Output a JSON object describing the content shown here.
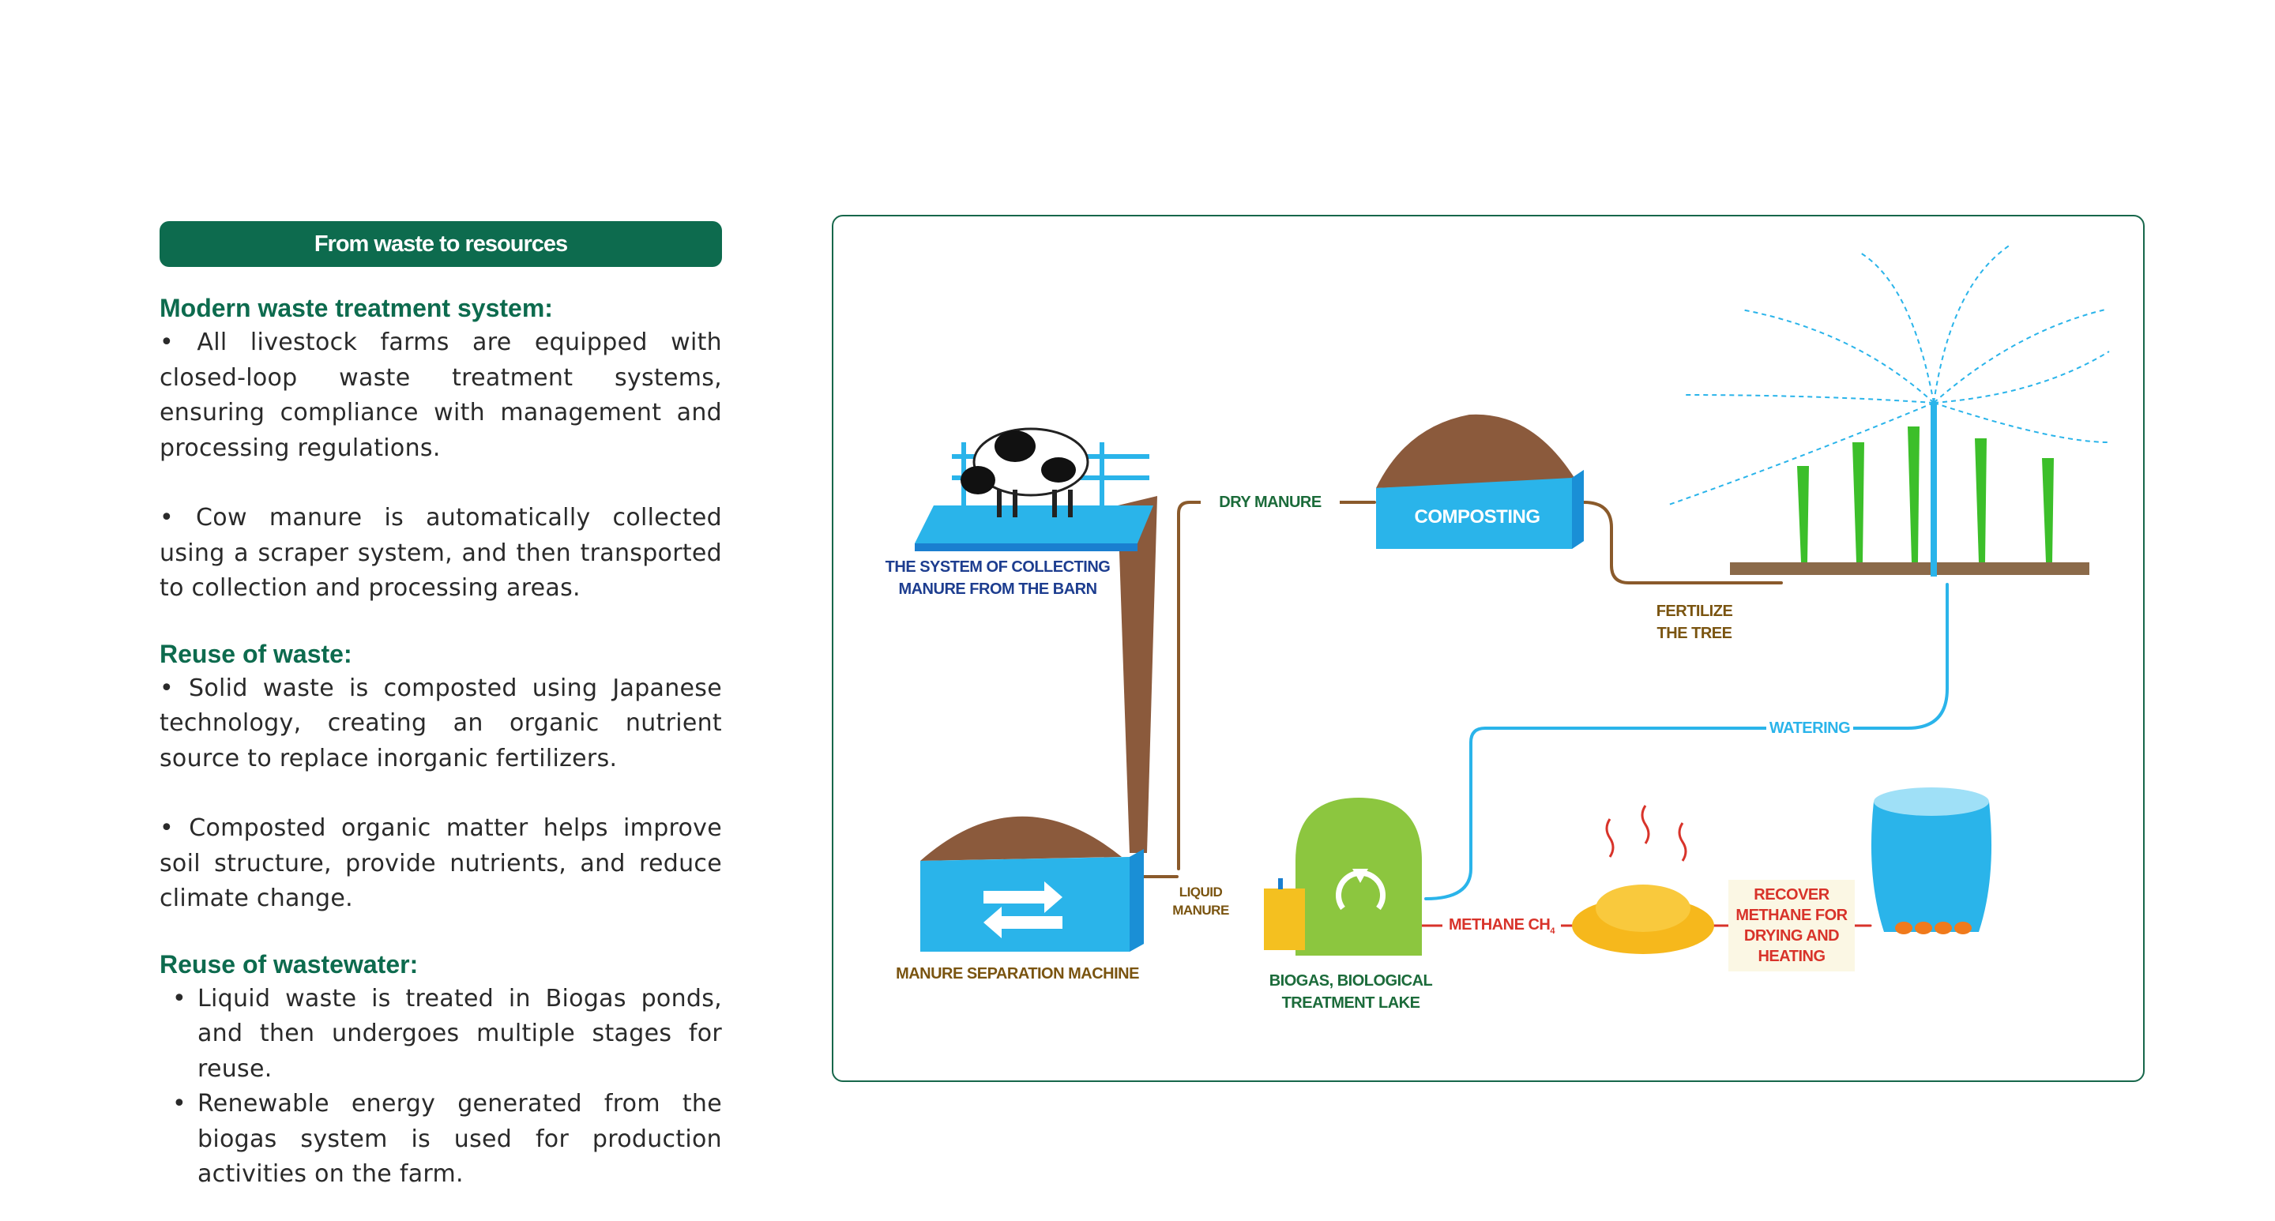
{
  "banner": "From waste to resources",
  "sections": {
    "modern": {
      "title": "Modern waste treatment system:",
      "p1": "• All livestock farms are equipped with closed-loop waste treatment systems, ensuring compliance with management and processing regulations.",
      "p2": "• Cow manure is automatically collected using a scraper system, and then transported to collection and processing areas."
    },
    "reuse_waste": {
      "title": "Reuse of waste:",
      "p1": "• Solid waste is composted using Japanese technology, creating an organic nutrient source to replace inorganic fertilizers.",
      "p2": "• Composted organic matter helps improve soil structure, provide nutrients, and reduce climate change."
    },
    "reuse_water": {
      "title": "Reuse of wastewater:",
      "items": [
        "Liquid waste is treated in Biogas ponds, and then undergoes multiple stages for reuse.",
        "Renewable energy generated from the biogas system is used for production activities on the farm."
      ]
    }
  },
  "diagram": {
    "barn_line1": "THE SYSTEM OF COLLECTING",
    "barn_line2": "MANURE FROM THE BARN",
    "dry_manure": "DRY MANURE",
    "composting": "COMPOSTING",
    "fertilize1": "FERTILIZE",
    "fertilize2": "THE TREE",
    "watering": "WATERING",
    "separation": "MANURE SEPARATION MACHINE",
    "liquid1": "LIQUID",
    "liquid2": "MANURE",
    "biogas1": "BIOGAS, BIOLOGICAL",
    "biogas2": "TREATMENT LAKE",
    "methane": "METHANE CH",
    "methane_sub": "4",
    "recover1": "RECOVER",
    "recover2": "METHANE FOR",
    "recover3": "DRYING AND",
    "recover4": "HEATING"
  },
  "colors": {
    "brand_green": "#0d6b4e",
    "flow_brown": "#8a5a2b",
    "water_blue": "#2ab4ea",
    "label_navy": "#1d3d8f",
    "label_brown": "#7a5410",
    "label_red": "#d8332a",
    "label_green": "#1b6b3a"
  }
}
